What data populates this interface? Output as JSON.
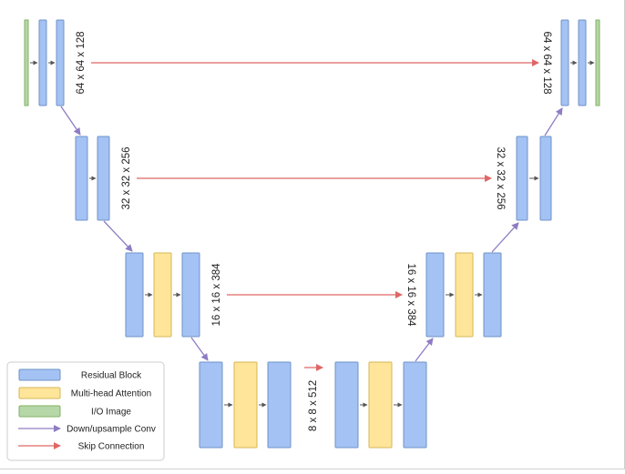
{
  "colors": {
    "residual_fill": "#a4c2f4",
    "residual_stroke": "#6f93c9",
    "attention_fill": "#ffe599",
    "attention_stroke": "#d6b656",
    "io_fill": "#b6d7a8",
    "io_stroke": "#82b366",
    "down_up_arrow": "#8e7cc3",
    "skip_arrow": "#e06666",
    "inner_arrow": "#555555"
  },
  "labels": {
    "level1_left": "64 x 64 x 128",
    "level1_right": "64 x 64 x 128",
    "level2_left": "32 x 32 x 256",
    "level2_right": "32 x 32 x 256",
    "level3_left": "16 x 16 x 384",
    "level3_right": "16 x 16 x 384",
    "bottleneck": "8 x 8 x 512"
  },
  "legend": {
    "items": [
      {
        "label": "Residual Block",
        "kind": "residual"
      },
      {
        "label": "Multi-head Attention",
        "kind": "attention"
      },
      {
        "label": "I/O Image",
        "kind": "io"
      },
      {
        "label": "Down/upsample Conv",
        "kind": "purple-arrow"
      },
      {
        "label": "Skip Connection",
        "kind": "red-arrow"
      }
    ]
  }
}
